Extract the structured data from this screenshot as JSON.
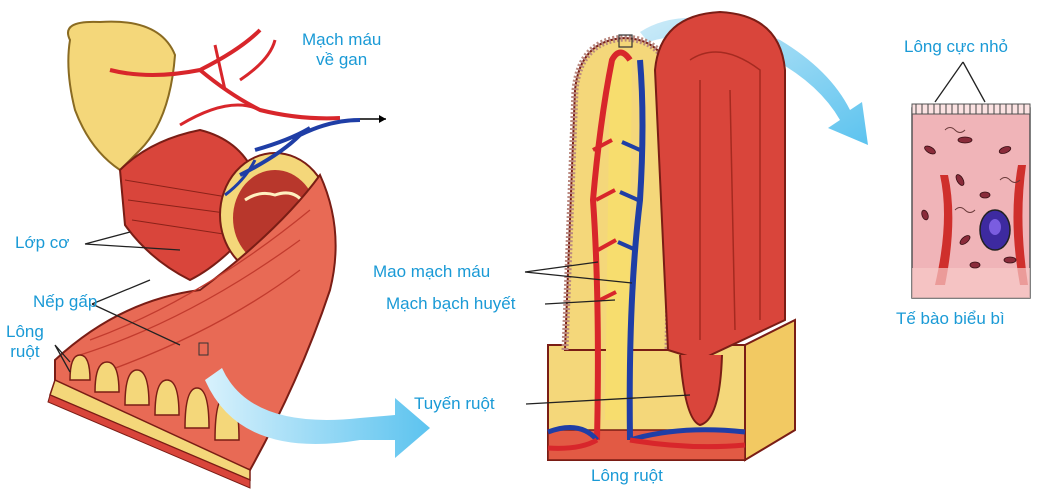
{
  "labels": {
    "blood_to_liver": "Mạch máu\nvề gan",
    "muscle_layer": "Lớp cơ",
    "fold": "Nếp gấp",
    "villi": "Lông\nruột",
    "capillaries": "Mao mạch máu",
    "lymph_vessel": "Mạch bạch huyết",
    "intestinal_gland": "Tuyến ruột",
    "villus_bottom": "Lông ruột",
    "microvilli": "Lông cực nhỏ",
    "epithelial_cell": "Tế bào biểu bì"
  },
  "colors": {
    "label_text": "#1a9ad6",
    "artery": "#d8262b",
    "vein": "#1f3ea6",
    "lymph": "#f4cf55",
    "tissue": "#d9453b",
    "arrow": "#7fcff2"
  }
}
